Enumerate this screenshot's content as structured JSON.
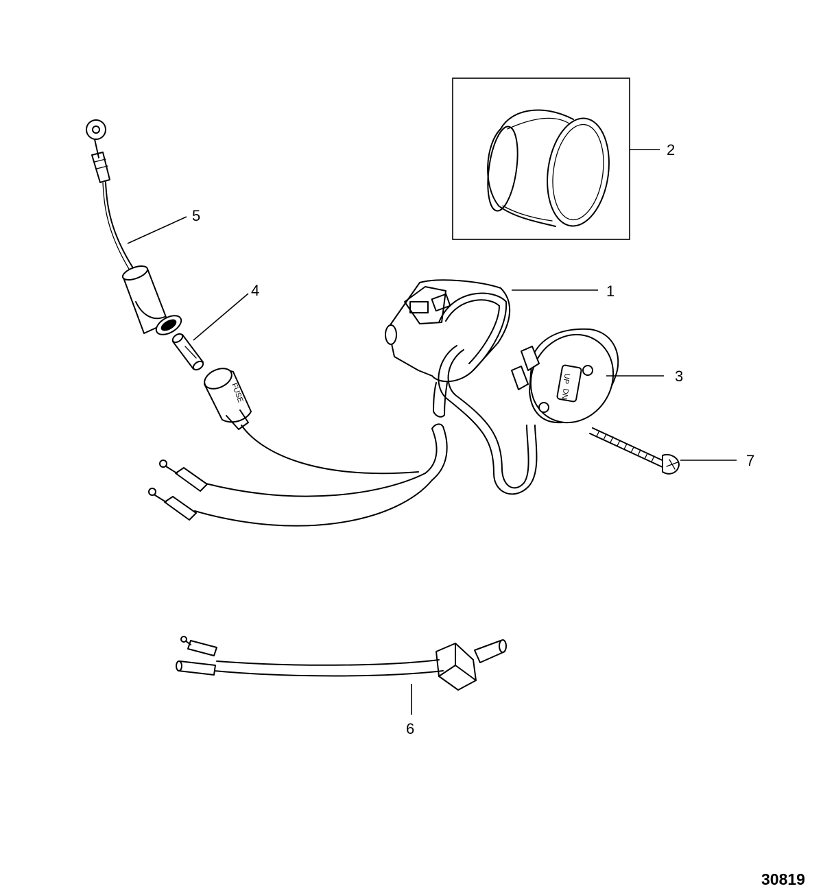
{
  "figure_number": "30819",
  "callouts": [
    {
      "id": "1",
      "label": "1"
    },
    {
      "id": "2",
      "label": "2"
    },
    {
      "id": "3",
      "label": "3"
    },
    {
      "id": "4",
      "label": "4"
    },
    {
      "id": "5",
      "label": "5"
    },
    {
      "id": "6",
      "label": "6"
    },
    {
      "id": "7",
      "label": "7"
    }
  ],
  "markings": {
    "fuse": "FUSE",
    "switch_up": "UP",
    "switch_dn": "DN"
  }
}
